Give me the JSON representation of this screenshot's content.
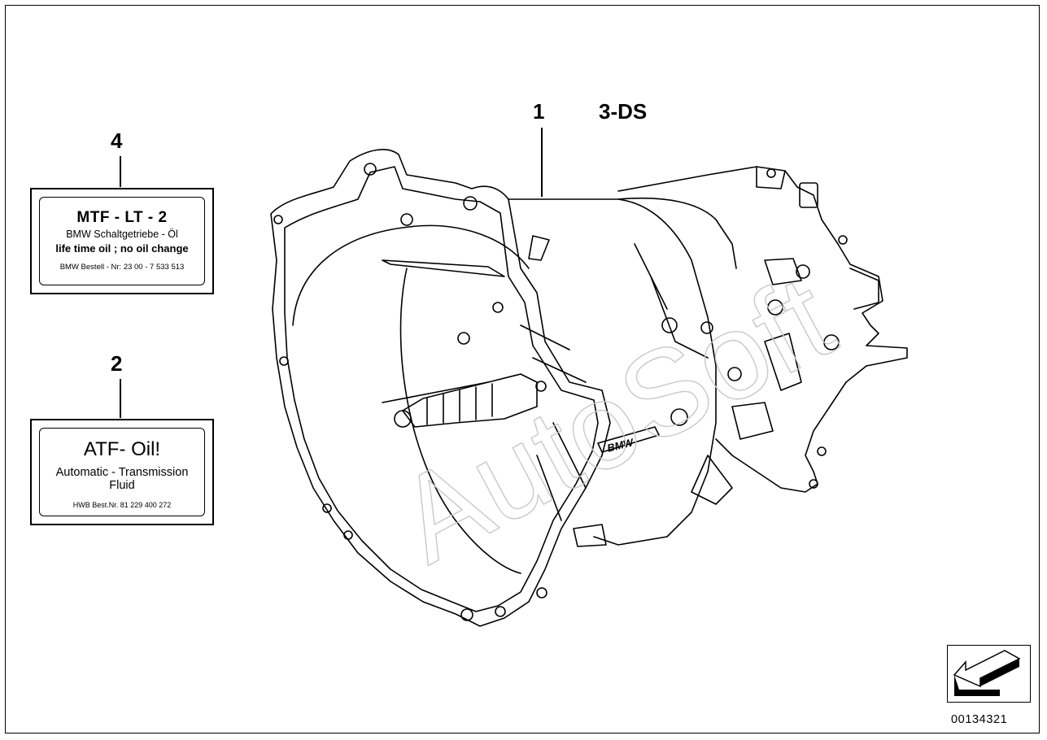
{
  "callouts": {
    "part1": "1",
    "part1_variant": "3-DS",
    "part4": "4",
    "part2": "2"
  },
  "label_mtf": {
    "title": "MTF - LT - 2",
    "line1": "BMW Schaltgetriebe - Öl",
    "line2": "life time oil ; no oil change",
    "line3": "BMW Bestell - Nr:  23 00 - 7 533 513"
  },
  "label_atf": {
    "title": "ATF- Oil!",
    "line1": "Automatic - Transmission",
    "line1b": "Fluid",
    "line3": "HWB Best.Nr. 81 229 400 272"
  },
  "casting_logo": "BMW",
  "watermark": "AutoSoft",
  "diagram_code": "00134321",
  "icons": [
    "direction-arrow-icon"
  ]
}
